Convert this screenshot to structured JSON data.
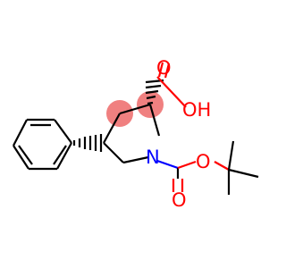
{
  "molecule": {
    "atoms": {
      "carboxylic_oxygen": "O",
      "hydroxyl": "OH",
      "nitrogen": "N",
      "ester_oxygen": "O",
      "carbonyl_oxygen": "O"
    },
    "colors": {
      "bond": "#000000",
      "oxygen": "#ff0000",
      "nitrogen": "#0000ff",
      "stereo_highlight": "#f08080"
    },
    "stereocenters_highlighted": 2
  }
}
